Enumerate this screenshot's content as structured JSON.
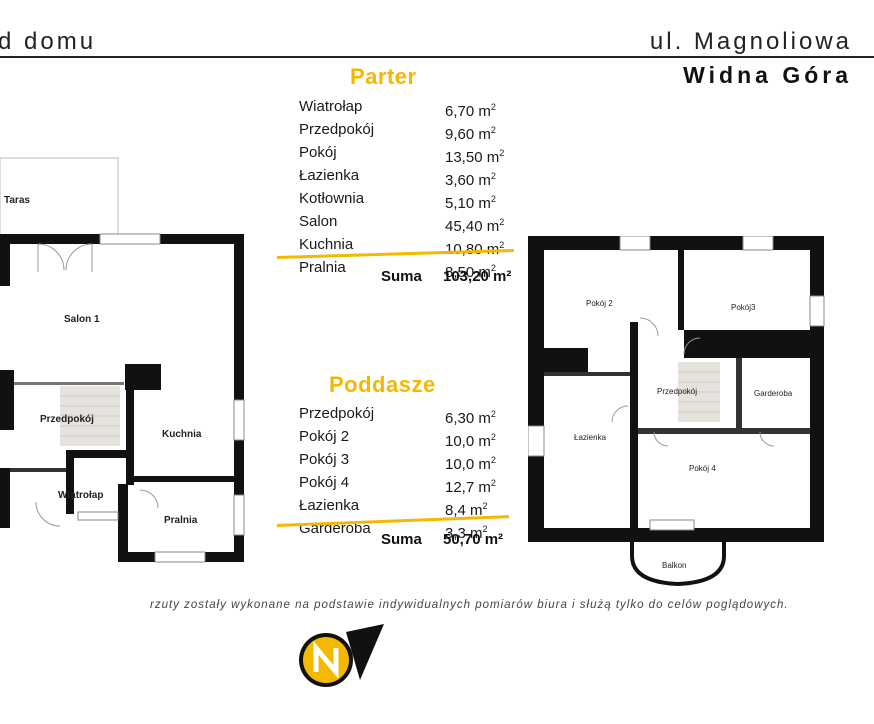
{
  "header": {
    "left_title": "d domu",
    "street": "ul. Magnoliowa",
    "city": "Widna Góra"
  },
  "parter": {
    "title": "Parter",
    "rooms": [
      {
        "name": "Wiatrołap",
        "area": "6,70 m"
      },
      {
        "name": "Przedpokój",
        "area": "9,60 m"
      },
      {
        "name": "Pokój",
        "area": "13,50 m"
      },
      {
        "name": "Łazienka",
        "area": "3,60 m"
      },
      {
        "name": "Kotłownia",
        "area": "5,10 m"
      },
      {
        "name": "Salon",
        "area": "45,40 m"
      },
      {
        "name": "Kuchnia",
        "area": "10,80 m"
      },
      {
        "name": "Pralnia",
        "area": "8,50 m"
      }
    ],
    "sum_label": "Suma",
    "sum_value": "103,20 m²"
  },
  "poddasze": {
    "title": "Poddasze",
    "rooms": [
      {
        "name": "Przedpokój",
        "area": "6,30 m"
      },
      {
        "name": "Pokój 2",
        "area": "10,0 m"
      },
      {
        "name": "Pokój 3",
        "area": "10,0 m"
      },
      {
        "name": "Pokój 4",
        "area": "12,7 m"
      },
      {
        "name": "Łazienka",
        "area": "8,4 m"
      },
      {
        "name": "Garderoba",
        "area": "3,3 m"
      }
    ],
    "sum_label": "Suma",
    "sum_value": "50,70 m²"
  },
  "ground_plan_labels": {
    "taras": "Taras",
    "salon": "Salon 1",
    "przedpokoj": "Przedpokój",
    "kuchnia": "Kuchnia",
    "wiatrolap": "Wiatrołap",
    "pralnia": "Pralnia"
  },
  "attic_plan_labels": {
    "pokoj2": "Pokój 2",
    "pokoj3": "Pokój3",
    "przedpokoj": "Przedpokój",
    "garderoba": "Garderoba",
    "lazienka": "Łazienka",
    "pokoj4": "Pokój  4",
    "balkon": "Balkon"
  },
  "area_superscript": "2",
  "footnote": "rzuty zostały wykonane na podstawie indywidualnych pomiarów biura i służą tylko do celów poglądowych.",
  "colors": {
    "accent": "#f5b800",
    "wall": "#111111",
    "text": "#1a1a1a"
  }
}
